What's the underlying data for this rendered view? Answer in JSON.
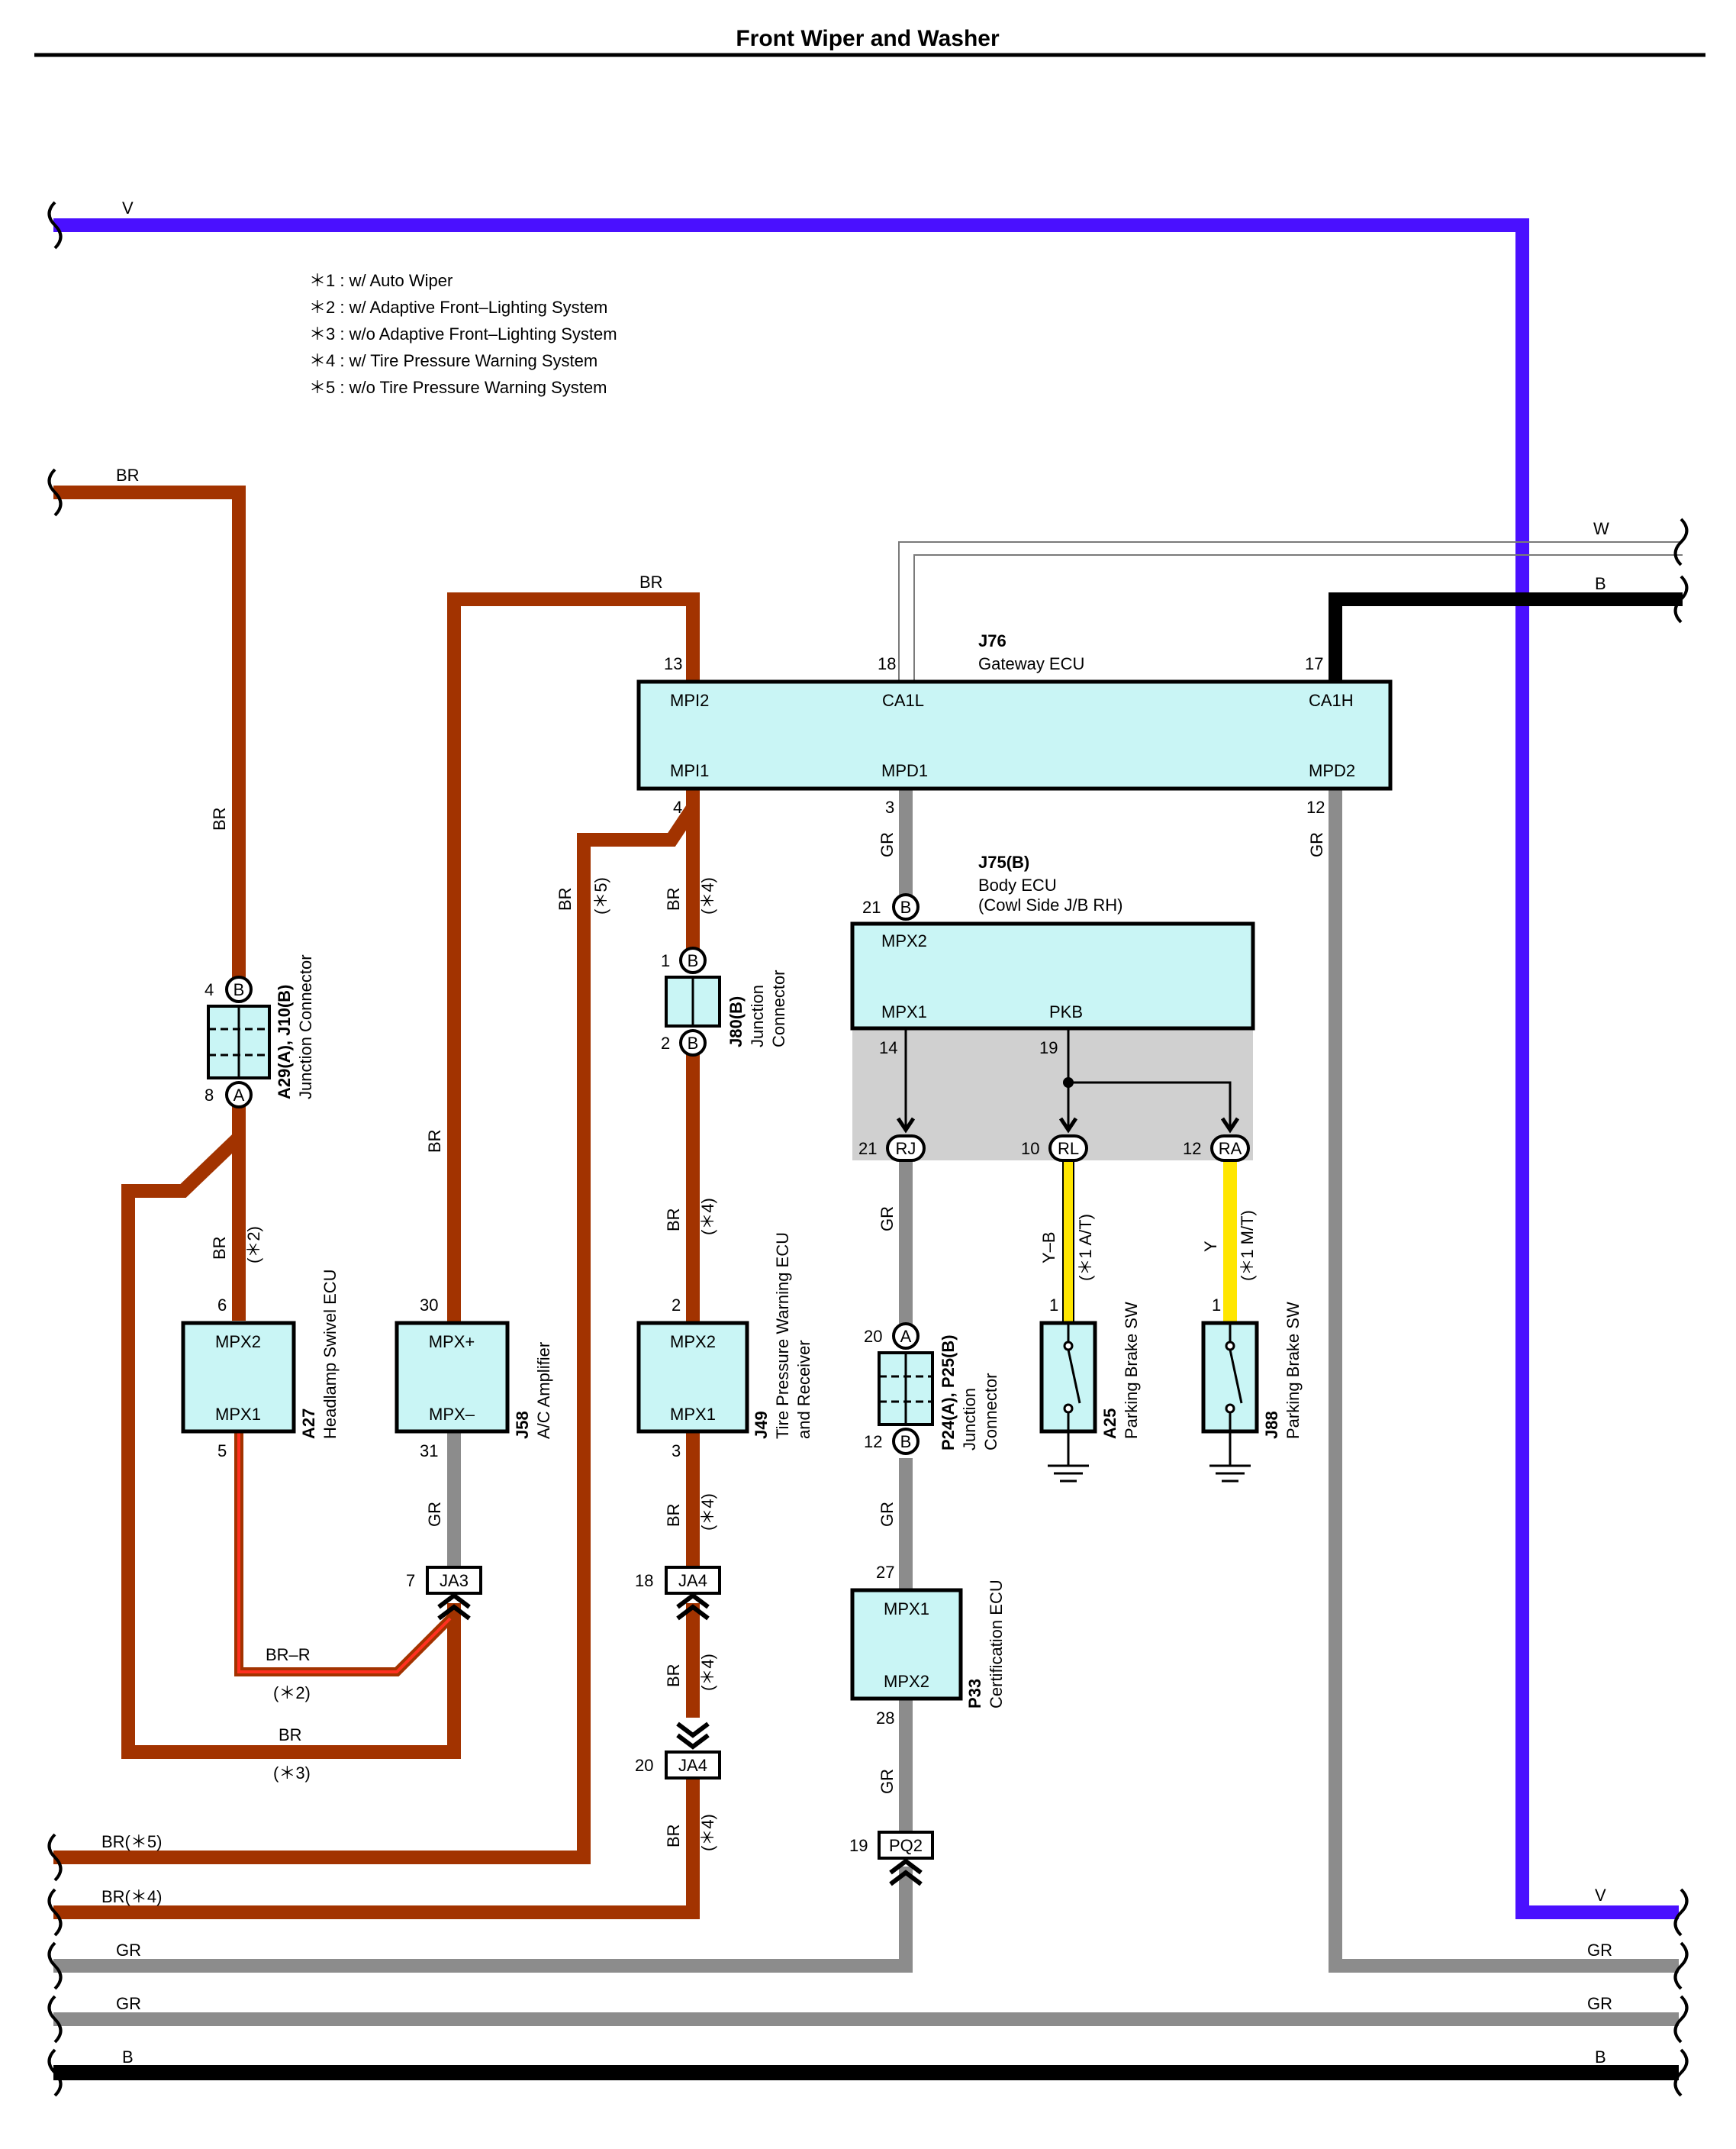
{
  "title": "Front Wiper and Washer",
  "notes": [
    "＊1 : w/ Auto Wiper",
    "＊2 : w/ Adaptive Front–Lighting System",
    "＊3 : w/o Adaptive Front–Lighting System",
    "＊4 : w/ Tire Pressure Warning System",
    "＊5 : w/o Tire Pressure Warning System"
  ],
  "colors": {
    "V": "#4a10ff",
    "BR": "#a23300",
    "GR": "#8c8c8c",
    "B": "#000000",
    "Y": "#ffe600",
    "BR-R": "#e02020",
    "W": "#ffffff",
    "ecu_fill": "#c9f5f5",
    "gray_panel": "#d0d0d0"
  },
  "components": {
    "j76": {
      "id": "J76",
      "name": "Gateway ECU",
      "pins": {
        "MPI2": "MPI2",
        "CA1L": "CA1L",
        "CA1H": "CA1H",
        "MPI1": "MPI1",
        "MPD1": "MPD1",
        "MPD2": "MPD2"
      },
      "pin_numbers": {
        "p13": "13",
        "p18": "18",
        "p17": "17",
        "p4": "4",
        "p3": "3",
        "p12": "12"
      }
    },
    "j75": {
      "id": "J75(B)",
      "name": "Body ECU",
      "location": "(Cowl Side J/B RH)",
      "pins": {
        "MPX2": "MPX2",
        "MPX1": "MPX1",
        "PKB": "PKB"
      },
      "pin_numbers": {
        "p21": "21",
        "p14": "14",
        "p19": "19"
      }
    },
    "a27": {
      "id": "A27",
      "name": "Headlamp Swivel ECU",
      "pins": {
        "top": "MPX2",
        "bottom": "MPX1"
      },
      "pin_numbers": {
        "top": "6",
        "bottom": "5"
      }
    },
    "j58": {
      "id": "J58",
      "name": "A/C Amplifier",
      "pins": {
        "top": "MPX+",
        "bottom": "MPX–"
      },
      "pin_numbers": {
        "top": "30",
        "bottom": "31"
      }
    },
    "j49": {
      "id": "J49",
      "name1": "Tire Pressure Warning ECU",
      "name2": "and Receiver",
      "pins": {
        "top": "MPX2",
        "bottom": "MPX1"
      },
      "pin_numbers": {
        "top": "2",
        "bottom": "3"
      }
    },
    "p33": {
      "id": "P33",
      "name": "Certification ECU",
      "pins": {
        "top": "MPX1",
        "bottom": "MPX2"
      },
      "pin_numbers": {
        "top": "27",
        "bottom": "28"
      }
    },
    "a29": {
      "id": "A29(A), J10(B)",
      "name": "Junction Connector",
      "top_pin": "4",
      "top_letter": "B",
      "bottom_pin": "8",
      "bottom_letter": "A"
    },
    "j80": {
      "id": "J80(B)",
      "name1": "Junction",
      "name2": "Connector",
      "top_pin": "1",
      "top_letter": "B",
      "bottom_pin": "2",
      "bottom_letter": "B"
    },
    "p24": {
      "id": "P24(A), P25(B)",
      "name1": "Junction",
      "name2": "Connector",
      "top_pin": "20",
      "top_letter": "A",
      "bottom_pin": "12",
      "bottom_letter": "B"
    },
    "a25": {
      "id": "A25",
      "name": "Parking Brake SW",
      "pin": "1"
    },
    "j88": {
      "id": "J88",
      "name": "Parking Brake SW",
      "pin": "1"
    }
  },
  "connectors": {
    "rj": {
      "label": "RJ",
      "pin": "21"
    },
    "rl": {
      "label": "RL",
      "pin": "10"
    },
    "ra": {
      "label": "RA",
      "pin": "12"
    },
    "ja3": {
      "label": "JA3",
      "pin": "7"
    },
    "ja4a": {
      "label": "JA4",
      "pin": "18"
    },
    "ja4b": {
      "label": "JA4",
      "pin": "20"
    },
    "pq2": {
      "label": "PQ2",
      "pin": "19"
    }
  },
  "wire_labels": {
    "v_top": "V",
    "v_right": "V",
    "br_top_left": "BR",
    "br_top_mid": "BR",
    "w": "W",
    "b_top": "B",
    "br_a29": "BR",
    "br_a27": "BR",
    "note_2": "(＊2)",
    "br_j58": "BR",
    "br_p5": "BR",
    "note_5": "(＊5)",
    "br_p4a": "BR",
    "note_4a": "(＊4)",
    "br_p4b": "BR",
    "note_4b": "(＊4)",
    "br_p4c": "BR",
    "note_4c": "(＊4)",
    "br_p4d": "BR",
    "note_4d": "(＊4)",
    "br_p4e": "BR",
    "note_4e": "(＊4)",
    "gr_j58": "GR",
    "gr_mpd1": "GR",
    "gr_mpd2": "GR",
    "gr_rj": "GR",
    "gr_p24": "GR",
    "gr_p33": "GR",
    "br_r": "BR–R",
    "br_r_note": "(＊2)",
    "br_bottom": "BR",
    "br_bottom_note": "(＊3)",
    "yb": "Y–B",
    "yb_note": "(＊1 A/T)",
    "y": "Y",
    "y_note": "(＊1 M/T)",
    "br5_left": "BR(＊5)",
    "br4_left": "BR(＊4)",
    "gr1_left": "GR",
    "gr1_right": "GR",
    "gr2_left": "GR",
    "gr2_right": "GR",
    "b_bottom_left": "B",
    "b_bottom_right": "B"
  }
}
